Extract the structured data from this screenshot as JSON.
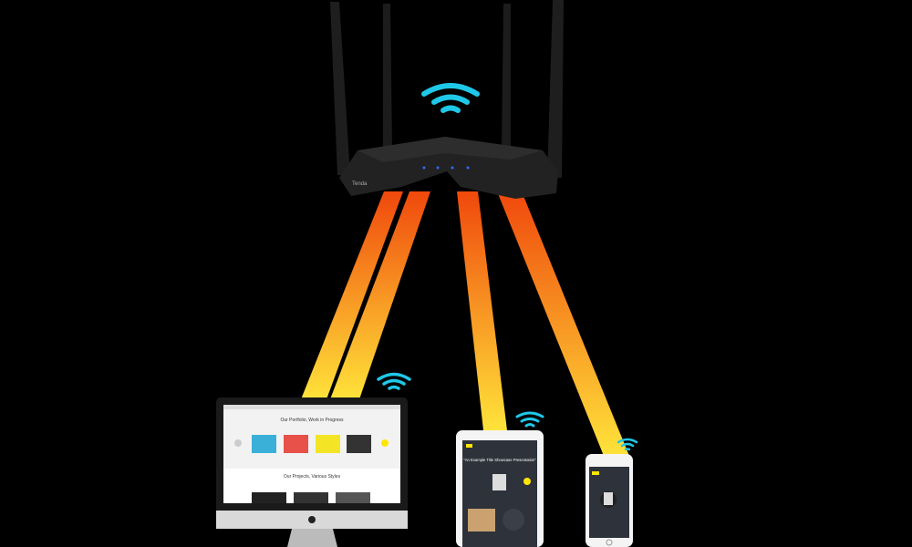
{
  "router": {
    "brand": "Tenda",
    "led_color": "#2f6bff"
  },
  "wifi_icon_color": "#1fc8e8",
  "beam_colors": {
    "top": "#f0480c",
    "bottom": "#ffe33a"
  },
  "monitor": {
    "heading1": "Our Portfolio, Work in Progress",
    "heading2": "Our Projects, Various Styles",
    "logo": "apple-logo"
  },
  "tablet": {
    "heading": "\"An Example Title Showcase Presentation\""
  },
  "accent_color": "#ffe600"
}
